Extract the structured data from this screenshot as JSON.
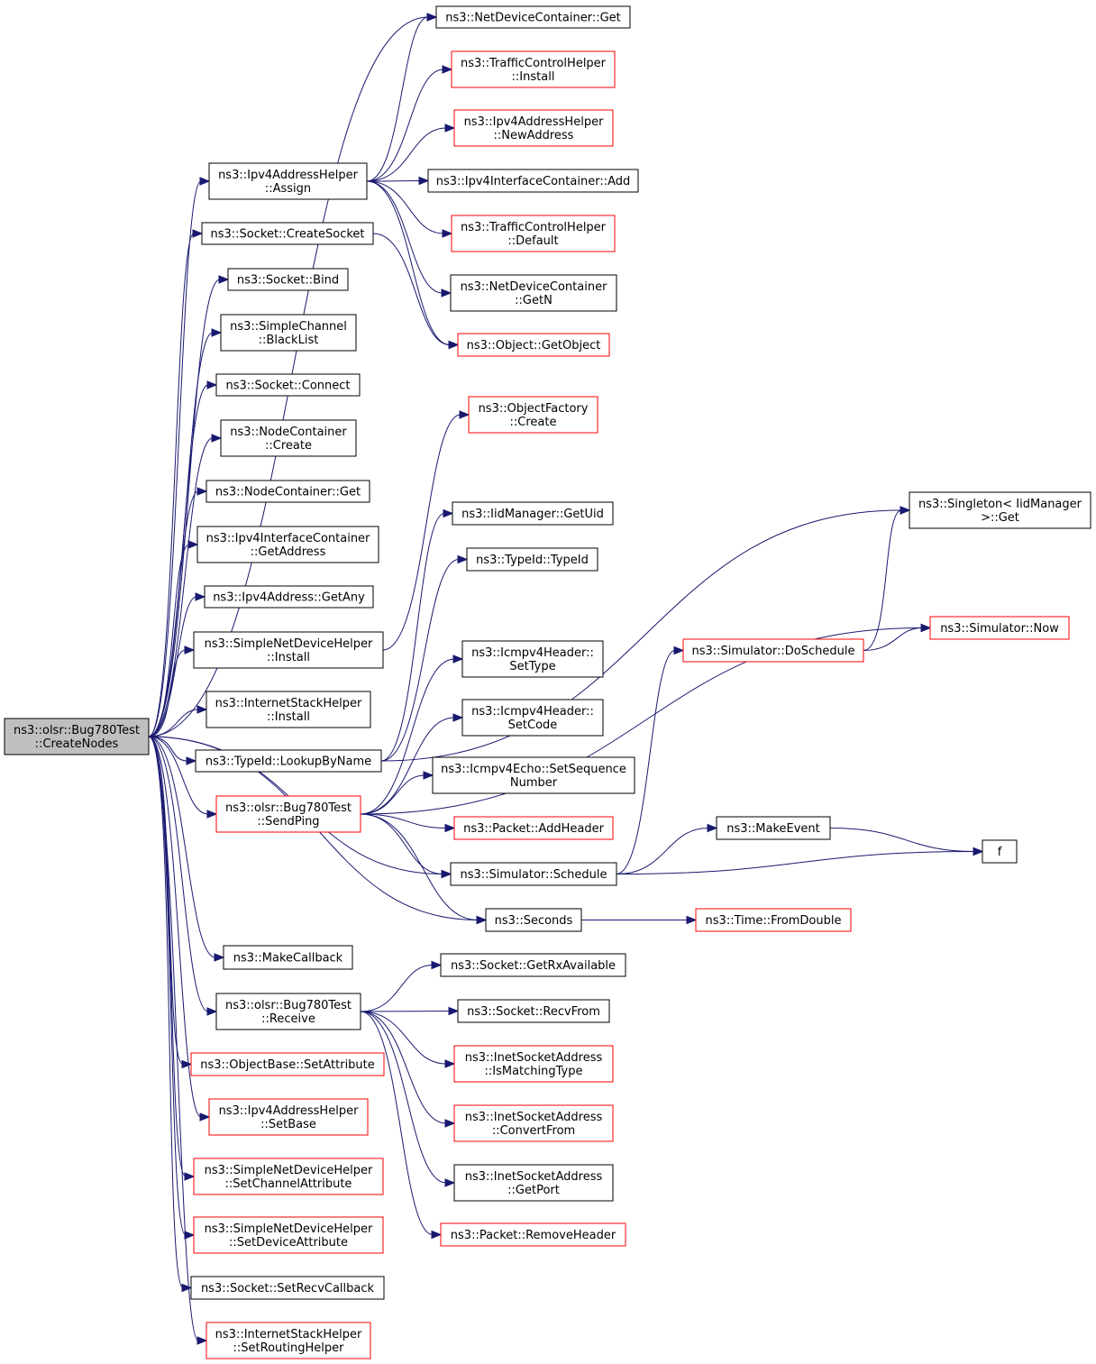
{
  "colors": {
    "edge": "#191970",
    "root_fill": "#bfbfbf",
    "node_border_documented": "#000000",
    "node_border_undocumented": "#ff0000",
    "background": "#ffffff"
  },
  "nodes": {
    "root": {
      "lines": [
        "ns3::olsr::Bug780Test",
        "::CreateNodes"
      ],
      "border": "root"
    },
    "ndcGet": {
      "lines": [
        "ns3::NetDeviceContainer::Get"
      ],
      "border": "black"
    },
    "tchInstall": {
      "lines": [
        "ns3::TrafficControlHelper",
        "::Install"
      ],
      "border": "red"
    },
    "ipv4ahNew": {
      "lines": [
        "ns3::Ipv4AddressHelper",
        "::NewAddress"
      ],
      "border": "red"
    },
    "ipv4icAdd": {
      "lines": [
        "ns3::Ipv4InterfaceContainer::Add"
      ],
      "border": "black"
    },
    "tchDefault": {
      "lines": [
        "ns3::TrafficControlHelper",
        "::Default"
      ],
      "border": "red"
    },
    "ndcGetN": {
      "lines": [
        "ns3::NetDeviceContainer",
        "::GetN"
      ],
      "border": "black"
    },
    "objGetObj": {
      "lines": [
        "ns3::Object::GetObject"
      ],
      "border": "red"
    },
    "assign": {
      "lines": [
        "ns3::Ipv4AddressHelper",
        "::Assign"
      ],
      "border": "black"
    },
    "createSock": {
      "lines": [
        "ns3::Socket::CreateSocket"
      ],
      "border": "black"
    },
    "sockBind": {
      "lines": [
        "ns3::Socket::Bind"
      ],
      "border": "black"
    },
    "blackList": {
      "lines": [
        "ns3::SimpleChannel",
        "::BlackList"
      ],
      "border": "black"
    },
    "sockConnect": {
      "lines": [
        "ns3::Socket::Connect"
      ],
      "border": "black"
    },
    "ncCreate": {
      "lines": [
        "ns3::NodeContainer",
        "::Create"
      ],
      "border": "black"
    },
    "ncGet": {
      "lines": [
        "ns3::NodeContainer::Get"
      ],
      "border": "black"
    },
    "icGetAddr": {
      "lines": [
        "ns3::Ipv4InterfaceContainer",
        "::GetAddress"
      ],
      "border": "black"
    },
    "getAny": {
      "lines": [
        "ns3::Ipv4Address::GetAny"
      ],
      "border": "black"
    },
    "sndhInstall": {
      "lines": [
        "ns3::SimpleNetDeviceHelper",
        "::Install"
      ],
      "border": "black"
    },
    "ishInstall": {
      "lines": [
        "ns3::InternetStackHelper",
        "::Install"
      ],
      "border": "black"
    },
    "lookup": {
      "lines": [
        "ns3::TypeId::LookupByName"
      ],
      "border": "black"
    },
    "sendPing": {
      "lines": [
        "ns3::olsr::Bug780Test",
        "::SendPing"
      ],
      "border": "red"
    },
    "makeCb": {
      "lines": [
        "ns3::MakeCallback"
      ],
      "border": "black"
    },
    "receive": {
      "lines": [
        "ns3::olsr::Bug780Test",
        "::Receive"
      ],
      "border": "black"
    },
    "setAttr": {
      "lines": [
        "ns3::ObjectBase::SetAttribute"
      ],
      "border": "red"
    },
    "setBase": {
      "lines": [
        "ns3::Ipv4AddressHelper",
        "::SetBase"
      ],
      "border": "red"
    },
    "setChanAttr": {
      "lines": [
        "ns3::SimpleNetDeviceHelper",
        "::SetChannelAttribute"
      ],
      "border": "red"
    },
    "setDevAttr": {
      "lines": [
        "ns3::SimpleNetDeviceHelper",
        "::SetDeviceAttribute"
      ],
      "border": "red"
    },
    "setRecvCb": {
      "lines": [
        "ns3::Socket::SetRecvCallback"
      ],
      "border": "black"
    },
    "setRouting": {
      "lines": [
        "ns3::InternetStackHelper",
        "::SetRoutingHelper"
      ],
      "border": "red"
    },
    "ofCreate": {
      "lines": [
        "ns3::ObjectFactory",
        "::Create"
      ],
      "border": "red"
    },
    "singleton": {
      "lines": [
        "ns3::Singleton< IidManager",
        ">::Get"
      ],
      "border": "black"
    },
    "getUid": {
      "lines": [
        "ns3::IidManager::GetUid"
      ],
      "border": "black"
    },
    "typeId": {
      "lines": [
        "ns3::TypeId::TypeId"
      ],
      "border": "black"
    },
    "simNow": {
      "lines": [
        "ns3::Simulator::Now"
      ],
      "border": "red"
    },
    "doSched": {
      "lines": [
        "ns3::Simulator::DoSchedule"
      ],
      "border": "red"
    },
    "setType": {
      "lines": [
        "ns3::Icmpv4Header::",
        "SetType"
      ],
      "border": "black"
    },
    "setCode": {
      "lines": [
        "ns3::Icmpv4Header::",
        "SetCode"
      ],
      "border": "black"
    },
    "setSeq": {
      "lines": [
        "ns3::Icmpv4Echo::SetSequence",
        "Number"
      ],
      "border": "black"
    },
    "addHeader": {
      "lines": [
        "ns3::Packet::AddHeader"
      ],
      "border": "red"
    },
    "makeEvent": {
      "lines": [
        "ns3::MakeEvent"
      ],
      "border": "black"
    },
    "f": {
      "lines": [
        "f"
      ],
      "border": "black"
    },
    "schedule": {
      "lines": [
        "ns3::Simulator::Schedule"
      ],
      "border": "black"
    },
    "seconds": {
      "lines": [
        "ns3::Seconds"
      ],
      "border": "black"
    },
    "fromDouble": {
      "lines": [
        "ns3::Time::FromDouble"
      ],
      "border": "red"
    },
    "getRxAvail": {
      "lines": [
        "ns3::Socket::GetRxAvailable"
      ],
      "border": "black"
    },
    "recvFrom": {
      "lines": [
        "ns3::Socket::RecvFrom"
      ],
      "border": "black"
    },
    "isMatching": {
      "lines": [
        "ns3::InetSocketAddress",
        "::IsMatchingType"
      ],
      "border": "red"
    },
    "convertFrom": {
      "lines": [
        "ns3::InetSocketAddress",
        "::ConvertFrom"
      ],
      "border": "red"
    },
    "getPort": {
      "lines": [
        "ns3::InetSocketAddress",
        "::GetPort"
      ],
      "border": "black"
    },
    "removeHdr": {
      "lines": [
        "ns3::Packet::RemoveHeader"
      ],
      "border": "red"
    }
  },
  "edges": [
    [
      "root",
      "ndcGet"
    ],
    [
      "root",
      "assign"
    ],
    [
      "root",
      "createSock"
    ],
    [
      "root",
      "sockBind"
    ],
    [
      "root",
      "blackList"
    ],
    [
      "root",
      "sockConnect"
    ],
    [
      "root",
      "ncCreate"
    ],
    [
      "root",
      "ncGet"
    ],
    [
      "root",
      "icGetAddr"
    ],
    [
      "root",
      "getAny"
    ],
    [
      "root",
      "sndhInstall"
    ],
    [
      "root",
      "ishInstall"
    ],
    [
      "root",
      "lookup"
    ],
    [
      "root",
      "sendPing"
    ],
    [
      "root",
      "schedule"
    ],
    [
      "root",
      "seconds"
    ],
    [
      "root",
      "makeCb"
    ],
    [
      "root",
      "receive"
    ],
    [
      "root",
      "setAttr"
    ],
    [
      "root",
      "setBase"
    ],
    [
      "root",
      "setChanAttr"
    ],
    [
      "root",
      "setDevAttr"
    ],
    [
      "root",
      "setRecvCb"
    ],
    [
      "root",
      "setRouting"
    ],
    [
      "assign",
      "ndcGet"
    ],
    [
      "assign",
      "tchInstall"
    ],
    [
      "assign",
      "ipv4ahNew"
    ],
    [
      "assign",
      "ipv4icAdd"
    ],
    [
      "assign",
      "tchDefault"
    ],
    [
      "assign",
      "ndcGetN"
    ],
    [
      "assign",
      "objGetObj"
    ],
    [
      "createSock",
      "objGetObj"
    ],
    [
      "sndhInstall",
      "ofCreate"
    ],
    [
      "lookup",
      "singleton"
    ],
    [
      "lookup",
      "getUid"
    ],
    [
      "lookup",
      "typeId"
    ],
    [
      "sendPing",
      "setType"
    ],
    [
      "sendPing",
      "setCode"
    ],
    [
      "sendPing",
      "setSeq"
    ],
    [
      "sendPing",
      "addHeader"
    ],
    [
      "sendPing",
      "schedule"
    ],
    [
      "sendPing",
      "seconds"
    ],
    [
      "sendPing",
      "simNow"
    ],
    [
      "schedule",
      "doSched"
    ],
    [
      "schedule",
      "makeEvent"
    ],
    [
      "schedule",
      "f"
    ],
    [
      "makeEvent",
      "f"
    ],
    [
      "doSched",
      "singleton"
    ],
    [
      "doSched",
      "simNow"
    ],
    [
      "seconds",
      "fromDouble"
    ],
    [
      "receive",
      "getRxAvail"
    ],
    [
      "receive",
      "recvFrom"
    ],
    [
      "receive",
      "isMatching"
    ],
    [
      "receive",
      "convertFrom"
    ],
    [
      "receive",
      "getPort"
    ],
    [
      "receive",
      "removeHdr"
    ]
  ]
}
